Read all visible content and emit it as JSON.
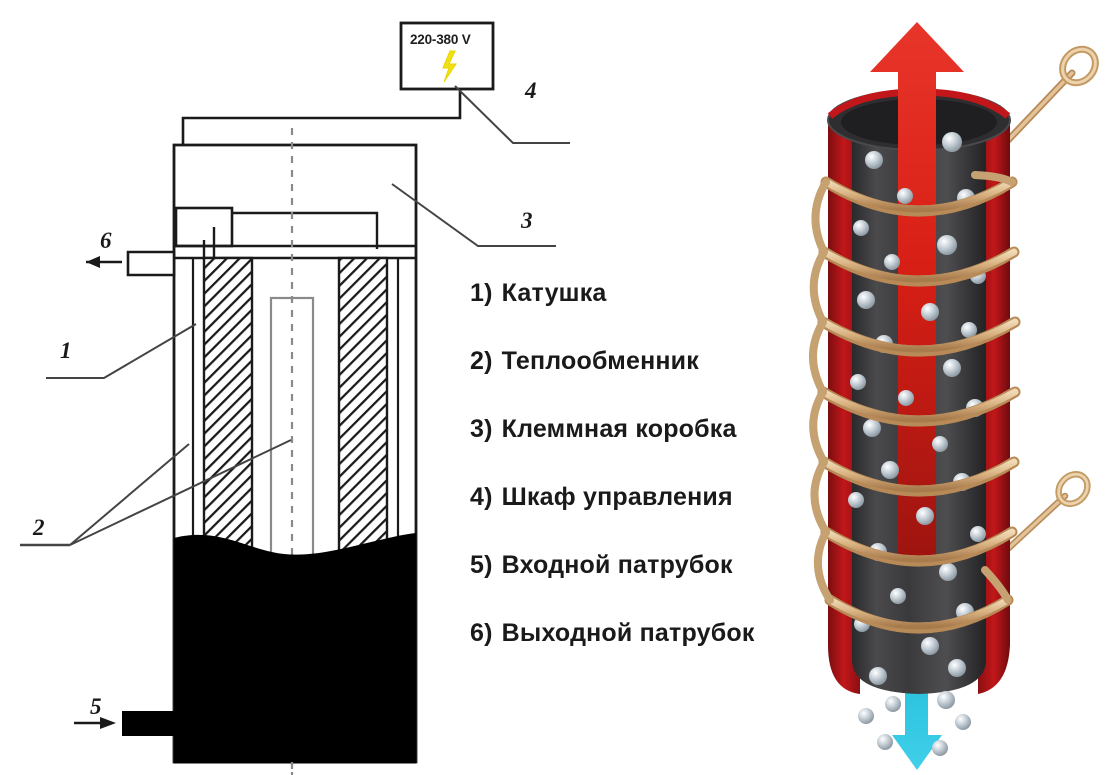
{
  "diagram": {
    "title_text": "",
    "power_label": "220-380 V",
    "callouts": [
      {
        "id": "1",
        "label": "1"
      },
      {
        "id": "2",
        "label": "2"
      },
      {
        "id": "3",
        "label": "3"
      },
      {
        "id": "4",
        "label": "4"
      },
      {
        "id": "5",
        "label": "5"
      },
      {
        "id": "6",
        "label": "6"
      }
    ]
  },
  "legend": {
    "items": [
      {
        "num": "1)",
        "label": "Катушка"
      },
      {
        "num": "2)",
        "label": "Теплообменник"
      },
      {
        "num": "3)",
        "label": "Клеммная коробка"
      },
      {
        "num": "4)",
        "label": "Шкаф управления"
      },
      {
        "num": "5)",
        "label": "Входной патрубок"
      },
      {
        "num": "6)",
        "label": "Выходной патрубок"
      }
    ]
  },
  "render3d": {
    "flow_out_name": "hot-water-outflow-arrow",
    "flow_in_name": "cold-water-inflow-arrow",
    "coil_name": "induction-coil",
    "body_name": "heat-exchanger-body"
  },
  "colors": {
    "line": "#1a1a1a",
    "water_fill": "#000000",
    "bolt": "#f2e016",
    "arrow_hot": "#d81f15",
    "arrow_cold": "#0fb6d6",
    "coil_copper": "#d9b282",
    "body_dark": "#3c3c3c",
    "body_red": "#aa1016",
    "bubble": "#c3ccd4"
  }
}
